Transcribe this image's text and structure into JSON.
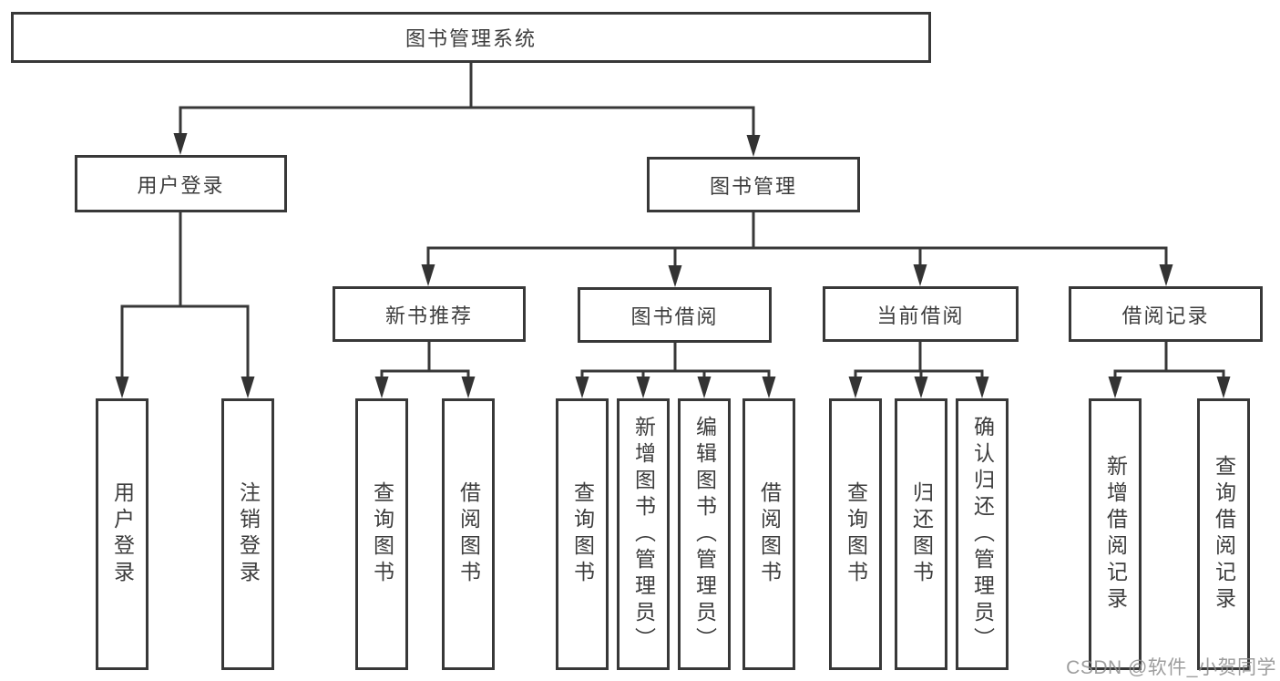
{
  "tree": {
    "root": {
      "label": "图书管理系统"
    },
    "children": [
      {
        "label": "用户登录",
        "children": [
          {
            "label": "用户登录"
          },
          {
            "label": "注销登录"
          }
        ]
      },
      {
        "label": "图书管理",
        "children": [
          {
            "label": "新书推荐",
            "children": [
              {
                "label": "查询图书"
              },
              {
                "label": "借阅图书"
              }
            ]
          },
          {
            "label": "图书借阅",
            "children": [
              {
                "label": "查询图书"
              },
              {
                "label": "新增图书（管理员）"
              },
              {
                "label": "编辑图书（管理员）"
              },
              {
                "label": "借阅图书"
              }
            ]
          },
          {
            "label": "当前借阅",
            "children": [
              {
                "label": "查询图书"
              },
              {
                "label": "归还图书"
              },
              {
                "label": "确认归还（管理员）"
              }
            ]
          },
          {
            "label": "借阅记录",
            "children": [
              {
                "label": "新增借阅记录"
              },
              {
                "label": "查询借阅记录"
              }
            ]
          }
        ]
      }
    ]
  },
  "watermark": {
    "text": "CSDN @软件_小贺同学"
  },
  "colors": {
    "line": "#383838",
    "text": "#3d3d3d",
    "background": "#ffffff",
    "watermark": "#8c8c8c"
  }
}
